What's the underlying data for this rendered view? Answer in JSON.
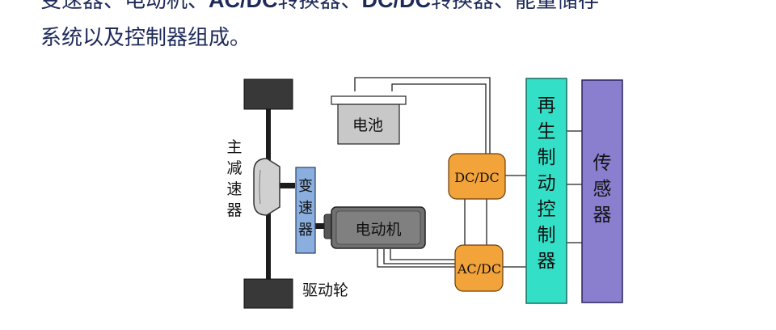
{
  "intro": {
    "line1": {
      "p1": "变速器、电动机、",
      "b1": "AC/DC",
      "p2": "转换器、",
      "b2": "DC/DC",
      "p3": "转换器、能量储存"
    },
    "line2": "系统以及控制器组成。"
  },
  "diagram": {
    "main_reducer": "主减速器",
    "transmission": "变速器",
    "battery": "电池",
    "motor": "电动机",
    "dcdc": "DC/DC",
    "acdc": "AC/DC",
    "regen_controller": "再生制动控制器",
    "sensor": "传感器",
    "drive_wheel": "驱动轮"
  },
  "colors": {
    "battery_fill": "#c8c8c8",
    "motor_fill": "#707070",
    "transmission_fill": "#8aaede",
    "converter_fill": "#f2a33a",
    "controller_fill": "#33e0c7",
    "sensor_fill": "#8a7fcf",
    "wheel_fill": "#383838",
    "reducer_fill": "#d0d0d0"
  }
}
